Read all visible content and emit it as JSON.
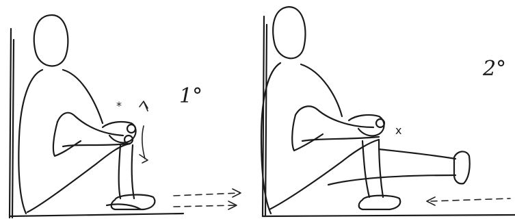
{
  "panels": [
    {
      "step_label": "1°",
      "marker_label": "*"
    },
    {
      "step_label": "2°",
      "marker_label": "x"
    }
  ],
  "colors": {
    "ink": "#1a1a1a",
    "paper": "#ffffff"
  }
}
